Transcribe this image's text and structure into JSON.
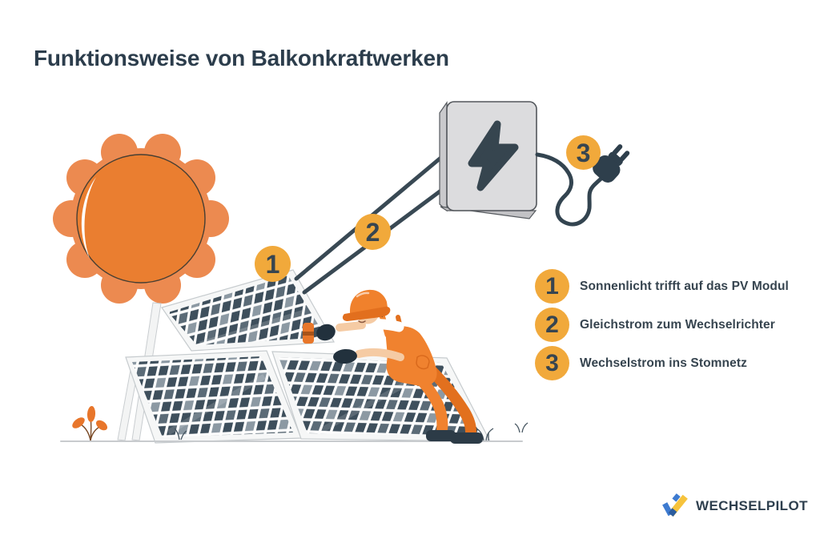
{
  "header": {
    "title": "Funktionsweise von Balkonkraftwerken"
  },
  "steps": [
    {
      "number": "1",
      "label": "Sonnenlicht trifft auf das PV Modul"
    },
    {
      "number": "2",
      "label": "Gleichstrom zum Wechselrichter"
    },
    {
      "number": "3",
      "label": "Wechselstrom ins Stomnetz"
    }
  ],
  "brand": {
    "name": "WECHSELPILOT"
  },
  "icons": {
    "logo_mark": "double-checkmark",
    "inverter_symbol": "lightning-bolt",
    "sun": "sun",
    "plug": "power-plug"
  },
  "colors": {
    "heading": "#2c3d4c",
    "badge_fill": "#f1a93b",
    "badge_number": "#374550",
    "legend_text": "#36444f",
    "sun_orange": "#ea7e30",
    "sun_scallop": "#ec8a50",
    "panel_cell_dark": "#3e4f5c",
    "panel_cell_light": "#8c99a3",
    "cable": "#394954",
    "worker_orange": "#f0822f",
    "inverter_gray": "#dcdcde",
    "logo_blue": "#3e7bd0",
    "logo_dark_blue": "#2b5c9e",
    "logo_yellow": "#f6c33c"
  }
}
